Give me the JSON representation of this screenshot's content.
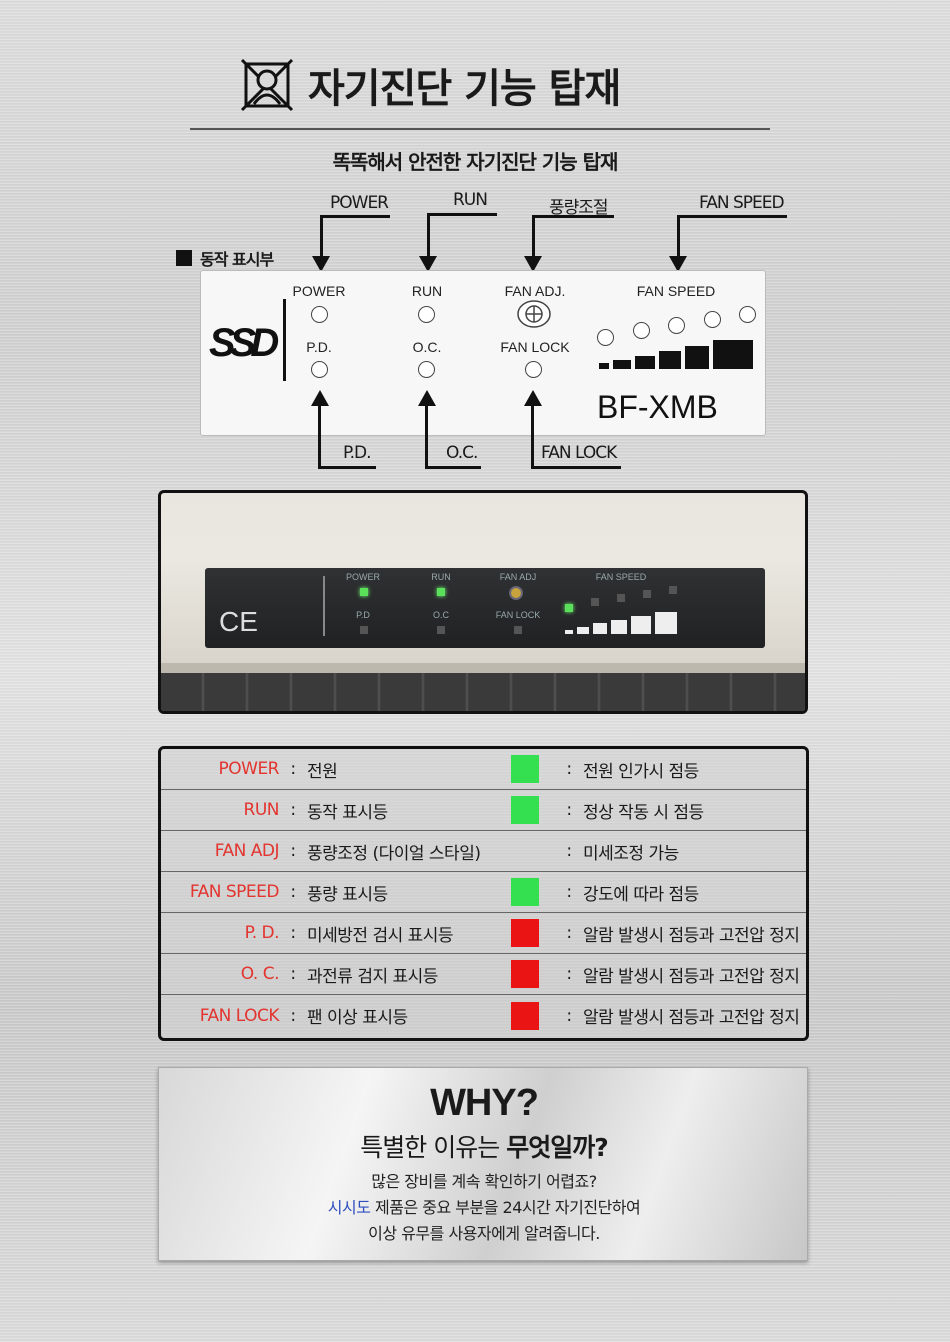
{
  "header": {
    "title": "자기진단 기능 탑재",
    "subtitle": "똑똑해서 안전한 자기진단 기능 탑재"
  },
  "diagram": {
    "top_labels": [
      "POWER",
      "RUN",
      "풍량조절",
      "FAN SPEED"
    ],
    "bottom_labels": [
      "P.D.",
      "O.C.",
      "FAN LOCK"
    ],
    "legend": "동작 표시부",
    "panel": {
      "logo": "SSD",
      "row1": [
        "POWER",
        "RUN",
        "FAN ADJ.",
        "FAN SPEED"
      ],
      "row2": [
        "P.D.",
        "O.C.",
        "FAN LOCK"
      ],
      "model": "BF-XMB"
    }
  },
  "photo": {
    "ce_mark": "CE",
    "row1": [
      "POWER",
      "RUN",
      "FAN ADJ",
      "FAN SPEED"
    ],
    "row2": [
      "P.D",
      "O.C",
      "FAN LOCK"
    ]
  },
  "table": {
    "rows": [
      {
        "key": "POWER",
        "desc": "전원",
        "indicator": "green",
        "note": "전원 인가시 점등"
      },
      {
        "key": "RUN",
        "desc": "동작 표시등",
        "indicator": "green",
        "note": "정상 작동 시 점등"
      },
      {
        "key": "FAN ADJ",
        "desc": "풍량조정 (다이얼 스타일)",
        "indicator": "none",
        "note": "미세조정 가능"
      },
      {
        "key": "FAN SPEED",
        "desc": "풍량 표시등",
        "indicator": "green",
        "note": "강도에 따라 점등"
      },
      {
        "key": "P. D.",
        "desc": "미세방전 검시 표시등",
        "indicator": "red",
        "note": "알람 발생시 점등과 고전압 정지"
      },
      {
        "key": "O. C.",
        "desc": "과전류 검지 표시등",
        "indicator": "red",
        "note": "알람 발생시 점등과 고전압 정지"
      },
      {
        "key": "FAN LOCK",
        "desc": "팬 이상 표시등",
        "indicator": "red",
        "note": "알람 발생시 점등과 고전압 정지"
      }
    ],
    "separator": ":"
  },
  "why": {
    "title": "WHY?",
    "subtitle_plain": "특별한 이유는 ",
    "subtitle_bold": "무엇일까?",
    "line1": "많은 장비를 계속 확인하기 어렵죠?",
    "line2_brand": "시시도",
    "line2_rest": " 제품은 중요 부분을 24시간 자기진단하여",
    "line3": "이상 유무를 사용자에게 알려줍니다."
  },
  "colors": {
    "key_red": "#e3342f",
    "indicator_green": "#35e050",
    "indicator_red": "#ea1414",
    "brand_blue": "#2f4fbf"
  }
}
